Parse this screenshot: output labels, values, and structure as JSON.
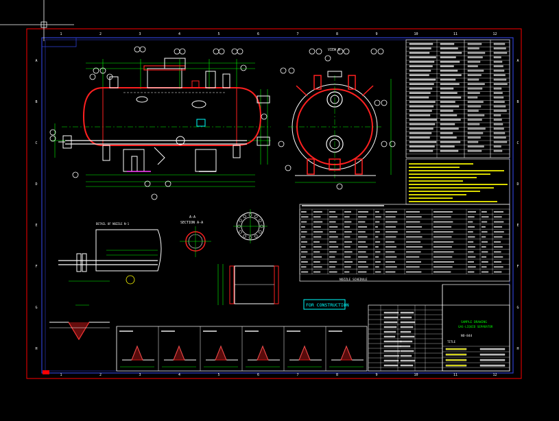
{
  "drawing": {
    "border_numbers": [
      "1",
      "2",
      "3",
      "4",
      "5",
      "6",
      "7",
      "8",
      "9",
      "10",
      "11",
      "12"
    ],
    "border_letters": [
      "A",
      "B",
      "C",
      "D",
      "E",
      "F",
      "G",
      "H"
    ],
    "section_aa_label": "SECTION A-A",
    "section_label_2": "A-A",
    "detail_label": "DETAIL OF NOZZLE N-1",
    "for_construction_stamp": "FOR CONSTRUCTION",
    "nozzle_schedule_title": "NOZZLE SCHEDULE",
    "view_b_label": "VIEW B",
    "title_block": {
      "title_line_1": "SAMPLE DRAWING",
      "title_line_2": "GAS-LIQUID SEPARATOR",
      "drawing_no": "NO-844",
      "title_label": "TITLE"
    },
    "colors": {
      "background": "#000000",
      "frame": "#ff0000",
      "border": "#2f3fd0",
      "geometry": "#ffffff",
      "vessel_shell": "#ff2020",
      "dimension": "#00ff00",
      "note_text": "#ffff00",
      "cyan": "#00ffff",
      "magenta": "#ff40ff"
    }
  }
}
